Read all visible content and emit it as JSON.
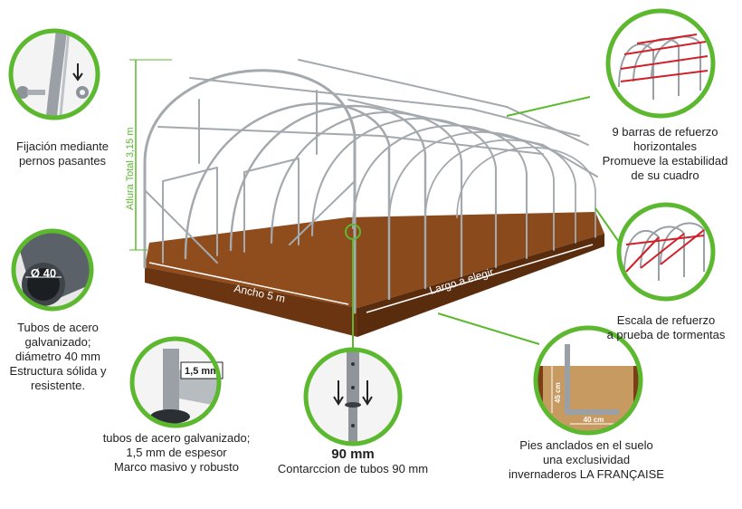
{
  "colors": {
    "accent_green": "#5cb82e",
    "soil": "#8a4a1c",
    "soil_dark": "#6b3512",
    "frame": "#9aa0a6",
    "reinforcement_red": "#d0202a"
  },
  "dimensions": {
    "height": "Atlura Total 3,15 m",
    "width": "Ancho 5 m",
    "length": "Largo  a elegir"
  },
  "callouts": {
    "bolts": {
      "icon": "bolt-icon",
      "lines": [
        "Fijación mediante",
        "pernos pasantes"
      ]
    },
    "pipe": {
      "icon": "pipe-section-icon",
      "badge": "Ø 40",
      "lines": [
        "Tubos de acero",
        "galvanizado;",
        "diámetro 40 mm",
        "Estructura sólida y",
        "resistente."
      ]
    },
    "thickness": {
      "icon": "tube-wall-icon",
      "badge": "1,5 mm",
      "lines": [
        "tubos de acero galvanizado;",
        "1,5 mm de espesor",
        "Marco masivo y robusto"
      ]
    },
    "contraction": {
      "icon": "tube-joint-icon",
      "title": "90 mm",
      "lines": [
        "Contarccion de tubos 90 mm"
      ]
    },
    "anchor": {
      "icon": "ground-anchor-icon",
      "dim_v": "45 cm",
      "dim_h": "40 cm",
      "lines": [
        "Pies anclados en el suelo",
        "una exclusividad",
        "invernaderos LA FRANÇAISE"
      ]
    },
    "bars": {
      "icon": "reinforcement-bars-icon",
      "lines": [
        "9 barras de refuerzo",
        "horizontales",
        "Promueve la estabilidad",
        "de su cuadro"
      ]
    },
    "storm": {
      "icon": "storm-scale-icon",
      "lines": [
        "Escala de refuerzo",
        "a prueba de tormentas"
      ]
    }
  }
}
